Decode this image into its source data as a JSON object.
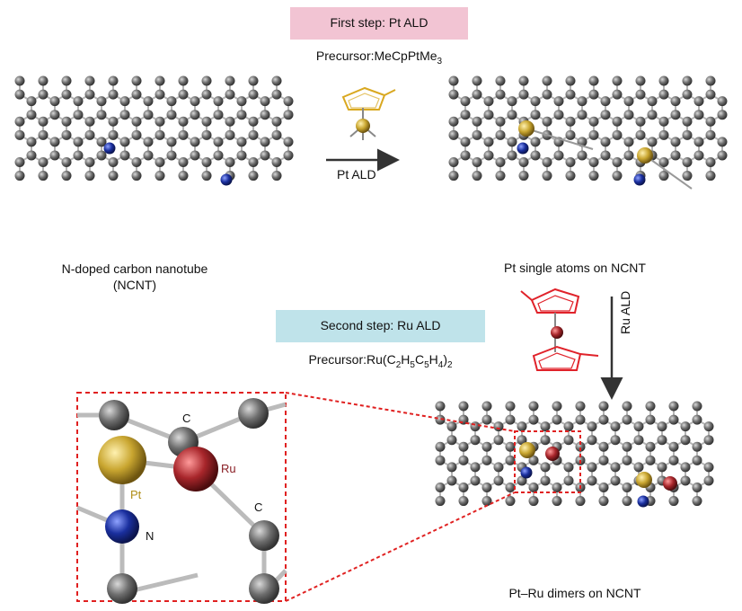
{
  "step1": {
    "title": "First step: Pt ALD",
    "precursor_prefix": "Precursor:MeCpPtMe",
    "precursor_sub": "3",
    "arrow_label": "Pt ALD"
  },
  "step2": {
    "title": "Second step: Ru ALD",
    "precursor_prefix": "Precursor:Ru(C",
    "precursor_parts": [
      "2",
      "H",
      "5",
      "C",
      "5",
      "H",
      "4",
      ")",
      "2"
    ],
    "arrow_label": "Ru ALD"
  },
  "labels": {
    "ncnt_line1": "N-doped carbon nanotube",
    "ncnt_line2": "(NCNT)",
    "pt_single": "Pt single atoms on NCNT",
    "ptru_dimers": "Pt–Ru dimers on NCNT"
  },
  "zoom_labels": {
    "c_top": "C",
    "ru": "Ru",
    "pt": "Pt",
    "c_right": "C",
    "n": "N"
  },
  "colors": {
    "carbon": "#6e6e6e",
    "nitrogen": "#1a2f9e",
    "platinum": "#c9a630",
    "ruthenium": "#a8262b",
    "pt_precursor": "#d9a820",
    "ru_precursor": "#e0222a",
    "pink_box": "#f2c4d3",
    "cyan_box": "#bfe3ea",
    "dashed": "#e02020"
  }
}
